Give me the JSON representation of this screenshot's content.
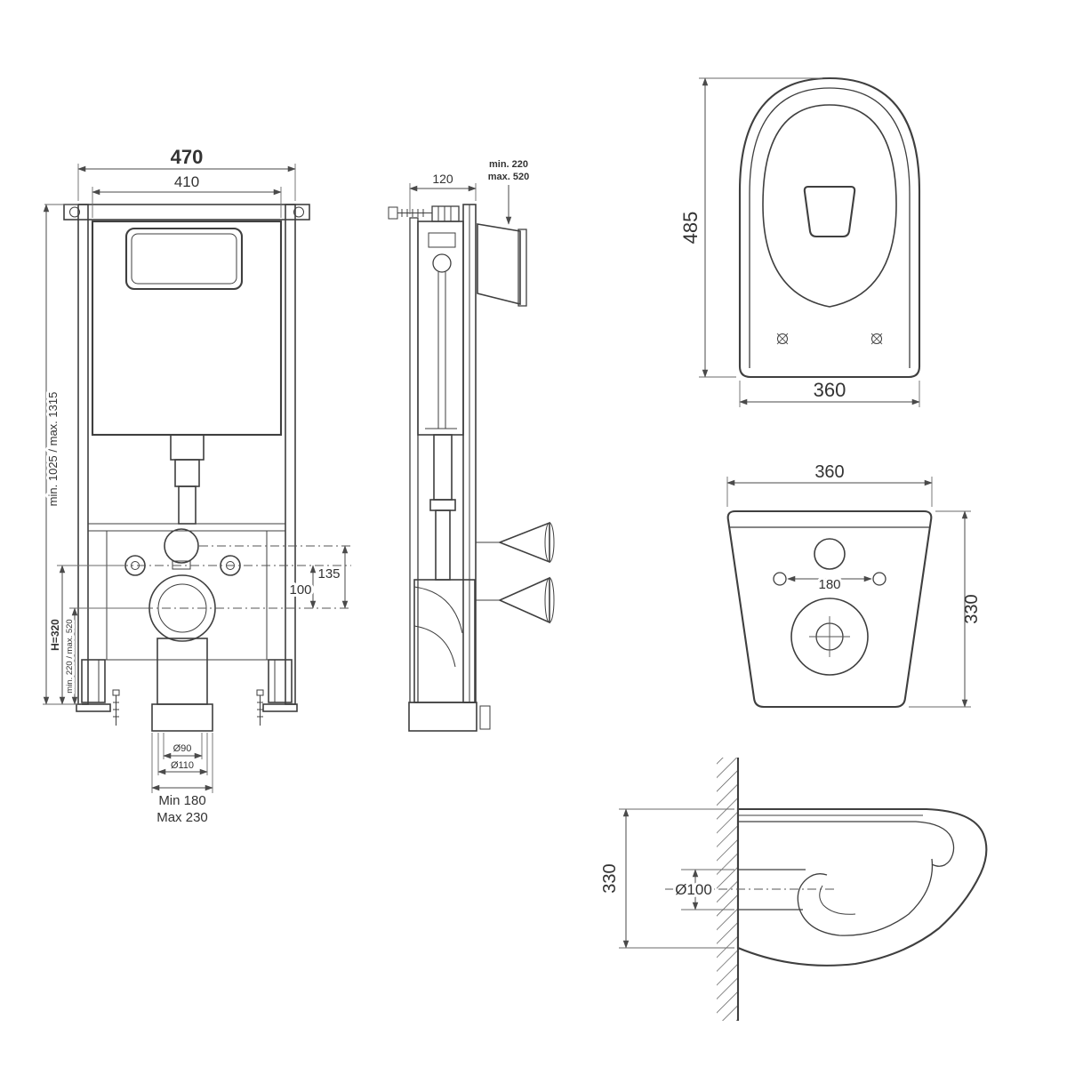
{
  "front_view": {
    "width_outer": "470",
    "width_inner": "410",
    "height_range": "min. 1025 / max. 1315",
    "bolt_height": "H=320",
    "drain_height_range": "min. 220 / max. 520",
    "dim_135": "135",
    "dim_100": "100",
    "outlet_d90": "Ø90",
    "outlet_d110": "Ø110",
    "offset_min": "Min 180",
    "offset_max": "Max 230"
  },
  "side_view": {
    "depth": "120",
    "hose_min": "min. 220",
    "hose_max": "max. 520"
  },
  "top_view": {
    "depth": "485",
    "width": "360"
  },
  "back_view": {
    "width": "360",
    "height": "330",
    "hole_spacing": "180"
  },
  "section_view": {
    "height": "330",
    "outlet_diameter": "Ø100"
  }
}
